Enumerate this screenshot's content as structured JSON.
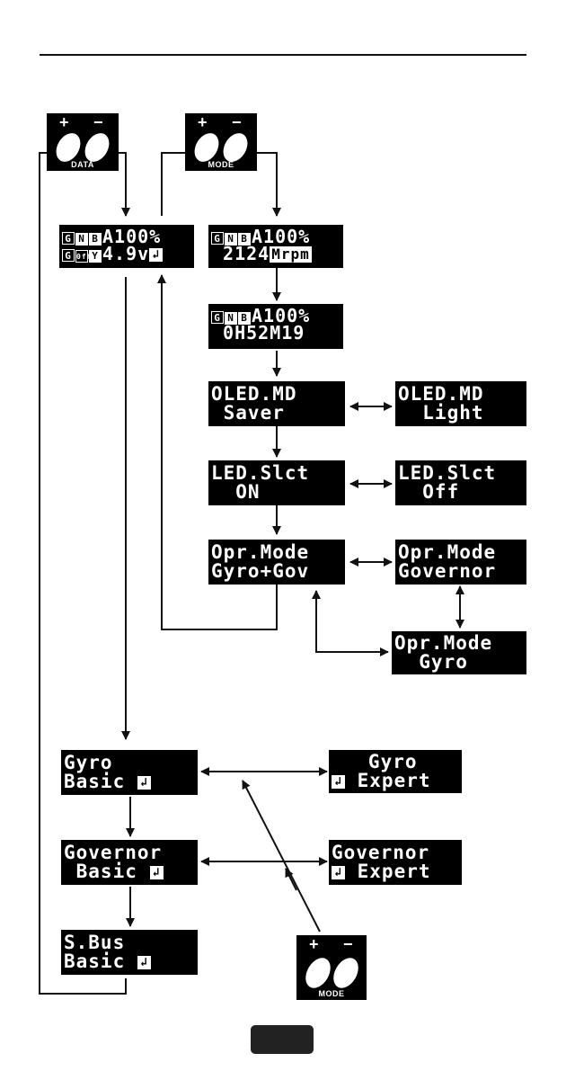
{
  "buttons": {
    "data_label": "DATA",
    "mode_label": "MODE",
    "plus": "+",
    "minus": "−"
  },
  "screens": {
    "status_voltage": {
      "row1_tail": "A100%",
      "row2_tail": "4.9v",
      "icons1": [
        "G",
        "N",
        "B"
      ],
      "icons2": [
        "G",
        "0ff",
        "Y"
      ]
    },
    "status_rpm": {
      "row1_tail": "A100%",
      "row2_value": " 2124",
      "row2_unit": "Mrpm"
    },
    "status_time": {
      "row1_tail": "A100%",
      "row2": " 0H52M19"
    },
    "oled_saver": {
      "row1": "OLED.MD",
      "row2": " Saver"
    },
    "oled_light": {
      "row1": "OLED.MD",
      "row2": "  Light"
    },
    "led_on": {
      "row1": "LED.Slct",
      "row2": "  ON"
    },
    "led_off": {
      "row1": "LED.Slct",
      "row2": "  Off"
    },
    "opr_gyrogov": {
      "row1": "Opr.Mode",
      "row2": "Gyro+Gov"
    },
    "opr_governor": {
      "row1": "Opr.Mode",
      "row2": "Governor"
    },
    "opr_gyro": {
      "row1": "Opr.Mode",
      "row2": "  Gyro"
    },
    "gyro_basic": {
      "row1": "Gyro",
      "row2": "Basic"
    },
    "gyro_expert": {
      "row1": "   Gyro",
      "row2": " Expert"
    },
    "gov_basic": {
      "row1": "Governor",
      "row2": " Basic"
    },
    "gov_expert": {
      "row1": "Governor",
      "row2": " Expert"
    },
    "sbus_basic": {
      "row1": "S.Bus",
      "row2": "Basic"
    }
  }
}
